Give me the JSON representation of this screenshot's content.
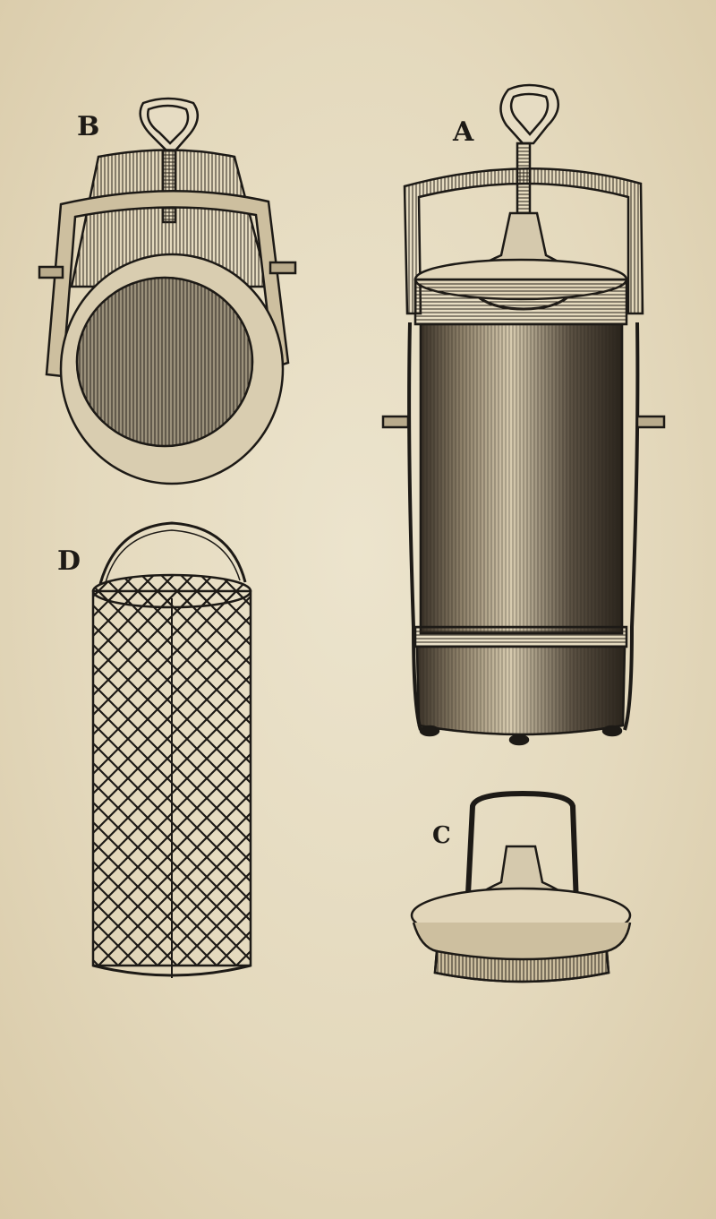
{
  "figure": {
    "labels": {
      "a": "A",
      "b": "B",
      "c": "C",
      "d": "D"
    },
    "ink_color": "#1d1a16",
    "paper_color": "#e6dcc3"
  }
}
